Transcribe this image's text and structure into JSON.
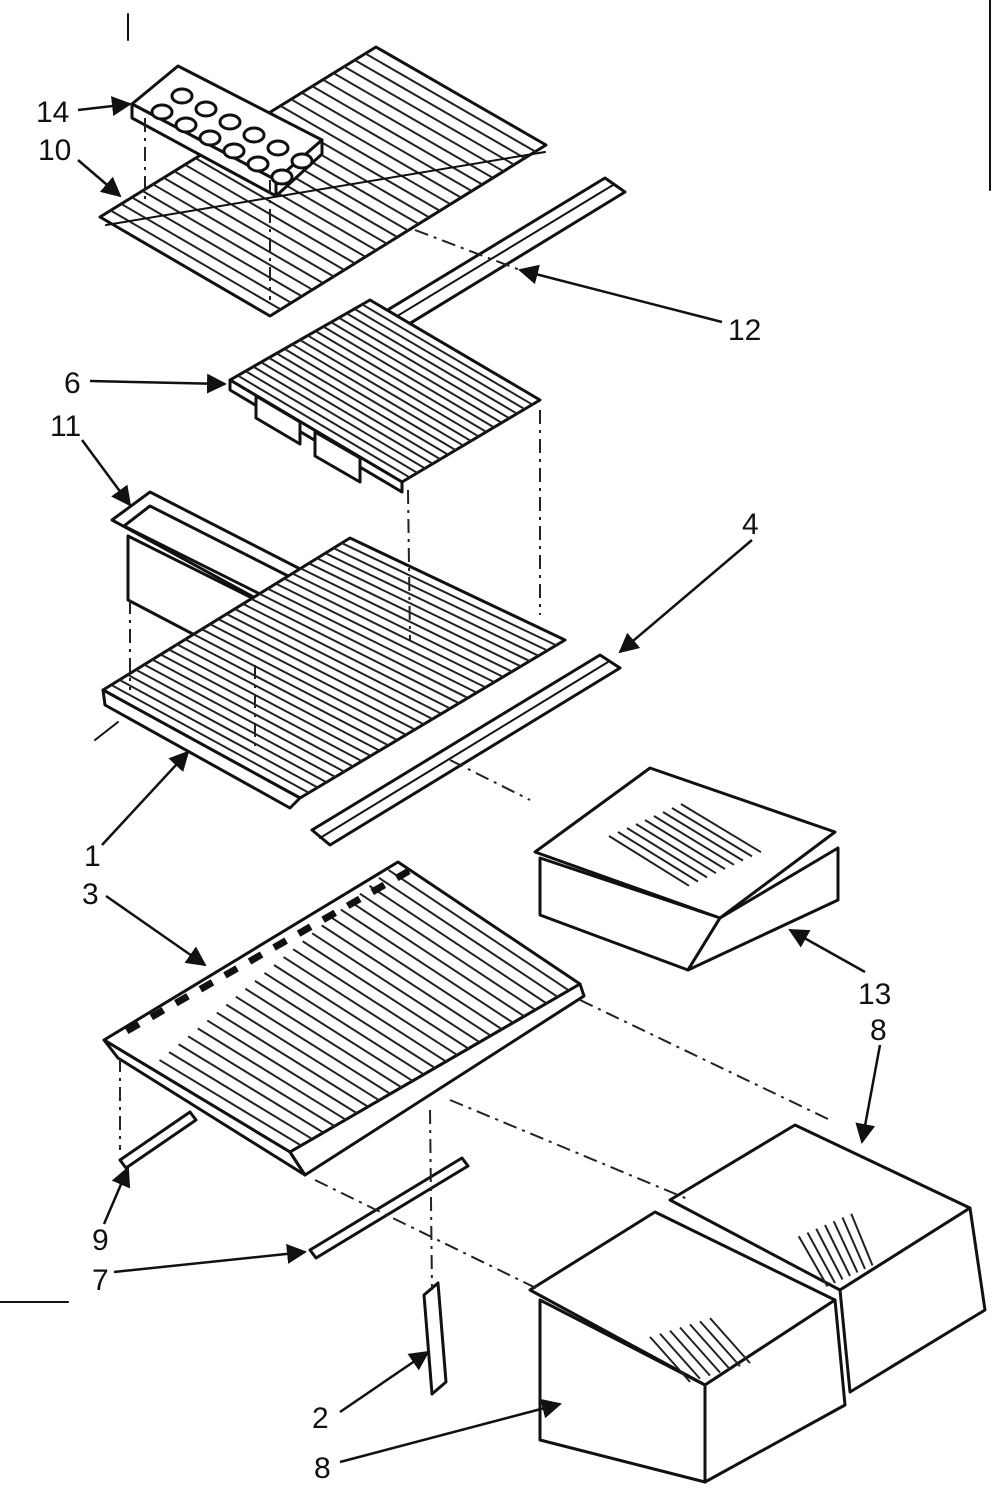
{
  "diagram": {
    "type": "exploded-parts-view",
    "callouts": [
      "14",
      "10",
      "12",
      "6",
      "11",
      "4",
      "1",
      "3",
      "13",
      "8",
      "9",
      "7",
      "2",
      "8"
    ]
  }
}
